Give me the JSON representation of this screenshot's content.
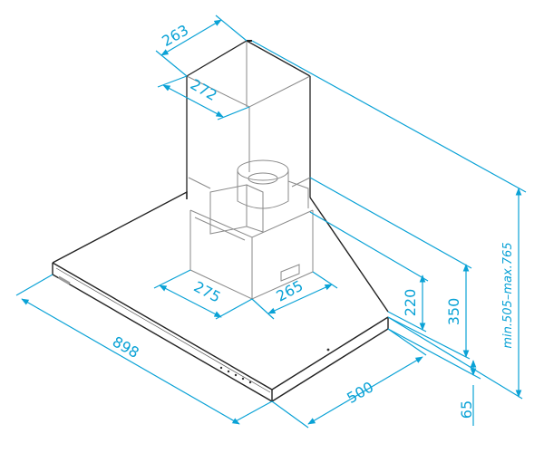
{
  "colors": {
    "dimension": "#0aa2d6",
    "outline": "#222222",
    "hidden": "#8a8a8a",
    "background": "#ffffff"
  },
  "dimensions": {
    "chimney_width": "263",
    "chimney_depth": "272",
    "motor_width": "275",
    "motor_depth": "265",
    "hood_width": "898",
    "hood_depth": "500",
    "motor_height": "220",
    "chimney_base_height": "350",
    "glass_thickness": "65",
    "total_height_range": "min.505–max.765"
  }
}
